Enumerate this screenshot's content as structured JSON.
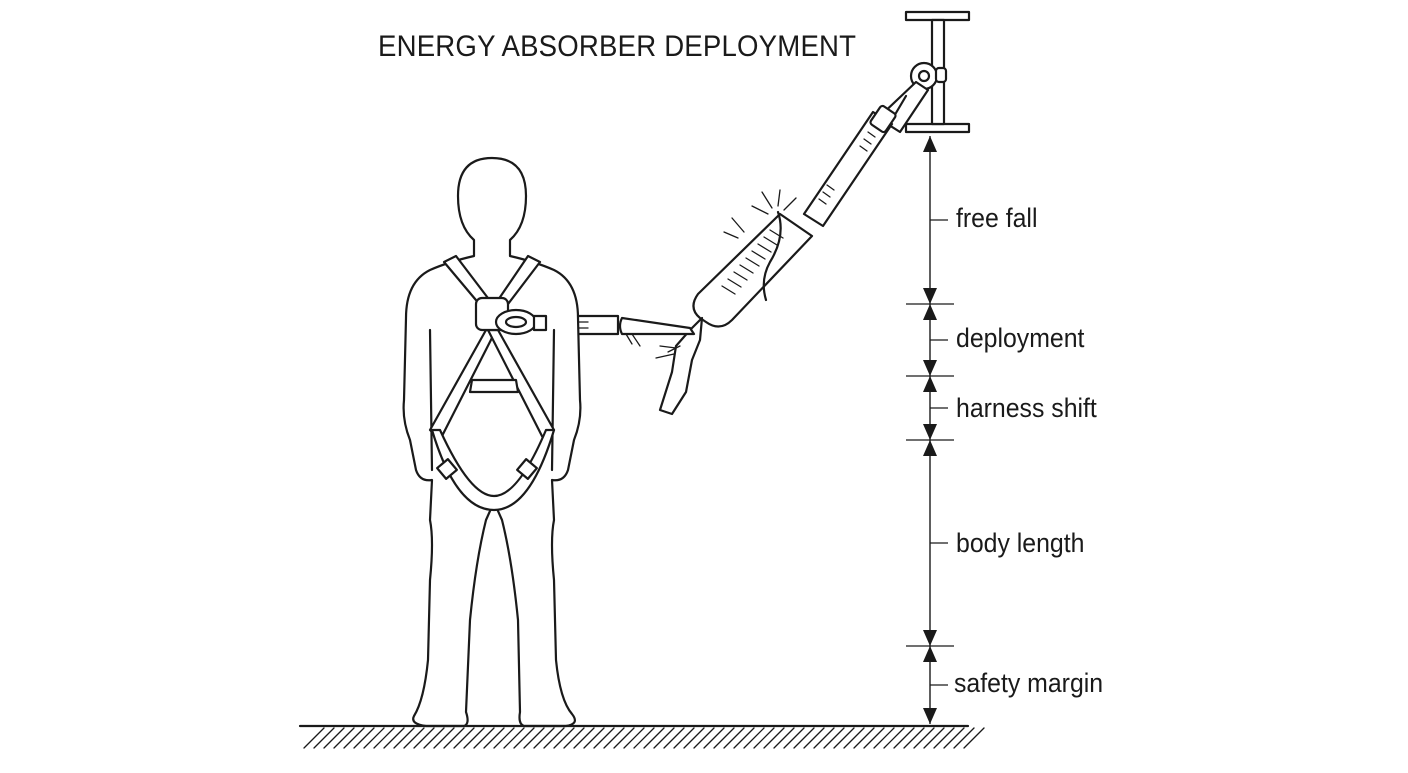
{
  "title": "ENERGY ABSORBER DEPLOYMENT",
  "segments": [
    {
      "id": "free-fall",
      "label": "free fall"
    },
    {
      "id": "deployment",
      "label": "deployment"
    },
    {
      "id": "harness-shift",
      "label": "harness shift"
    },
    {
      "id": "body-length",
      "label": "body length"
    },
    {
      "id": "safety-margin",
      "label": "safety margin"
    }
  ],
  "icons": {
    "anchor": "i-beam-anchor-icon",
    "connector": "snap-hook-icon",
    "absorber": "energy-absorber-pack-icon",
    "worker": "harnessed-worker-icon",
    "ground": "ground-hatch-icon"
  },
  "colors": {
    "ink": "#1a1a1a",
    "background": "#ffffff"
  }
}
